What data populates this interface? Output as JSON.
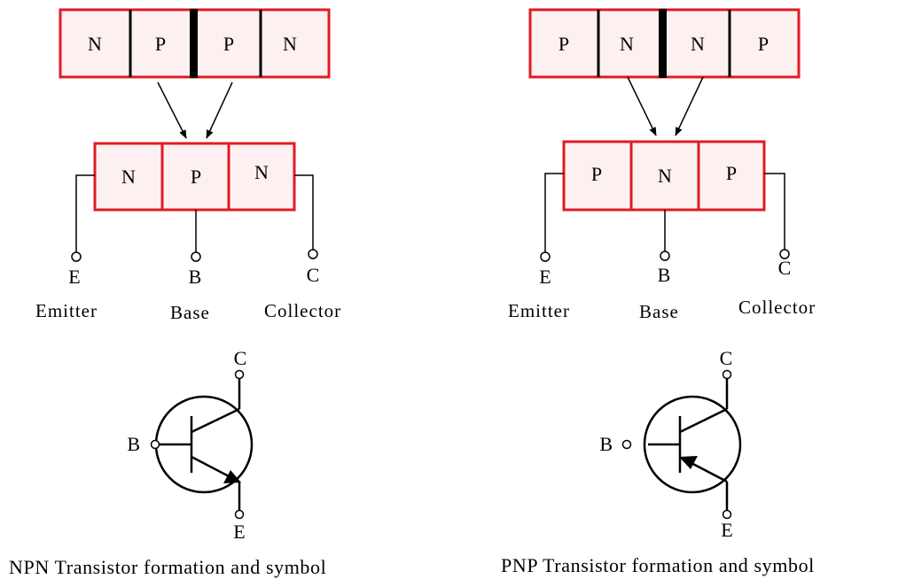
{
  "npn": {
    "top_layers": [
      "N",
      "P",
      "P",
      "N"
    ],
    "layers": [
      "N",
      "P",
      "N"
    ],
    "terminals": {
      "emitter": "E",
      "base": "B",
      "collector": "C"
    },
    "names": {
      "emitter": "Emitter",
      "base": "Base",
      "collector": "Collector"
    },
    "symbol": {
      "collector": "C",
      "base": "B",
      "emitter": "E"
    },
    "caption": "NPN Transistor formation and symbol"
  },
  "pnp": {
    "top_layers": [
      "P",
      "N",
      "N",
      "P"
    ],
    "layers": [
      "P",
      "N",
      "P"
    ],
    "terminals": {
      "emitter": "E",
      "base": "B",
      "collector": "C"
    },
    "names": {
      "emitter": "Emitter",
      "base": "Base",
      "collector": "Collector"
    },
    "symbol": {
      "collector": "C",
      "base": "B",
      "emitter": "E"
    },
    "caption": "PNP Transistor formation and symbol"
  },
  "colors": {
    "layer_border": "#e01b24",
    "layer_fill": "#fdf0f0",
    "line": "#000000"
  }
}
